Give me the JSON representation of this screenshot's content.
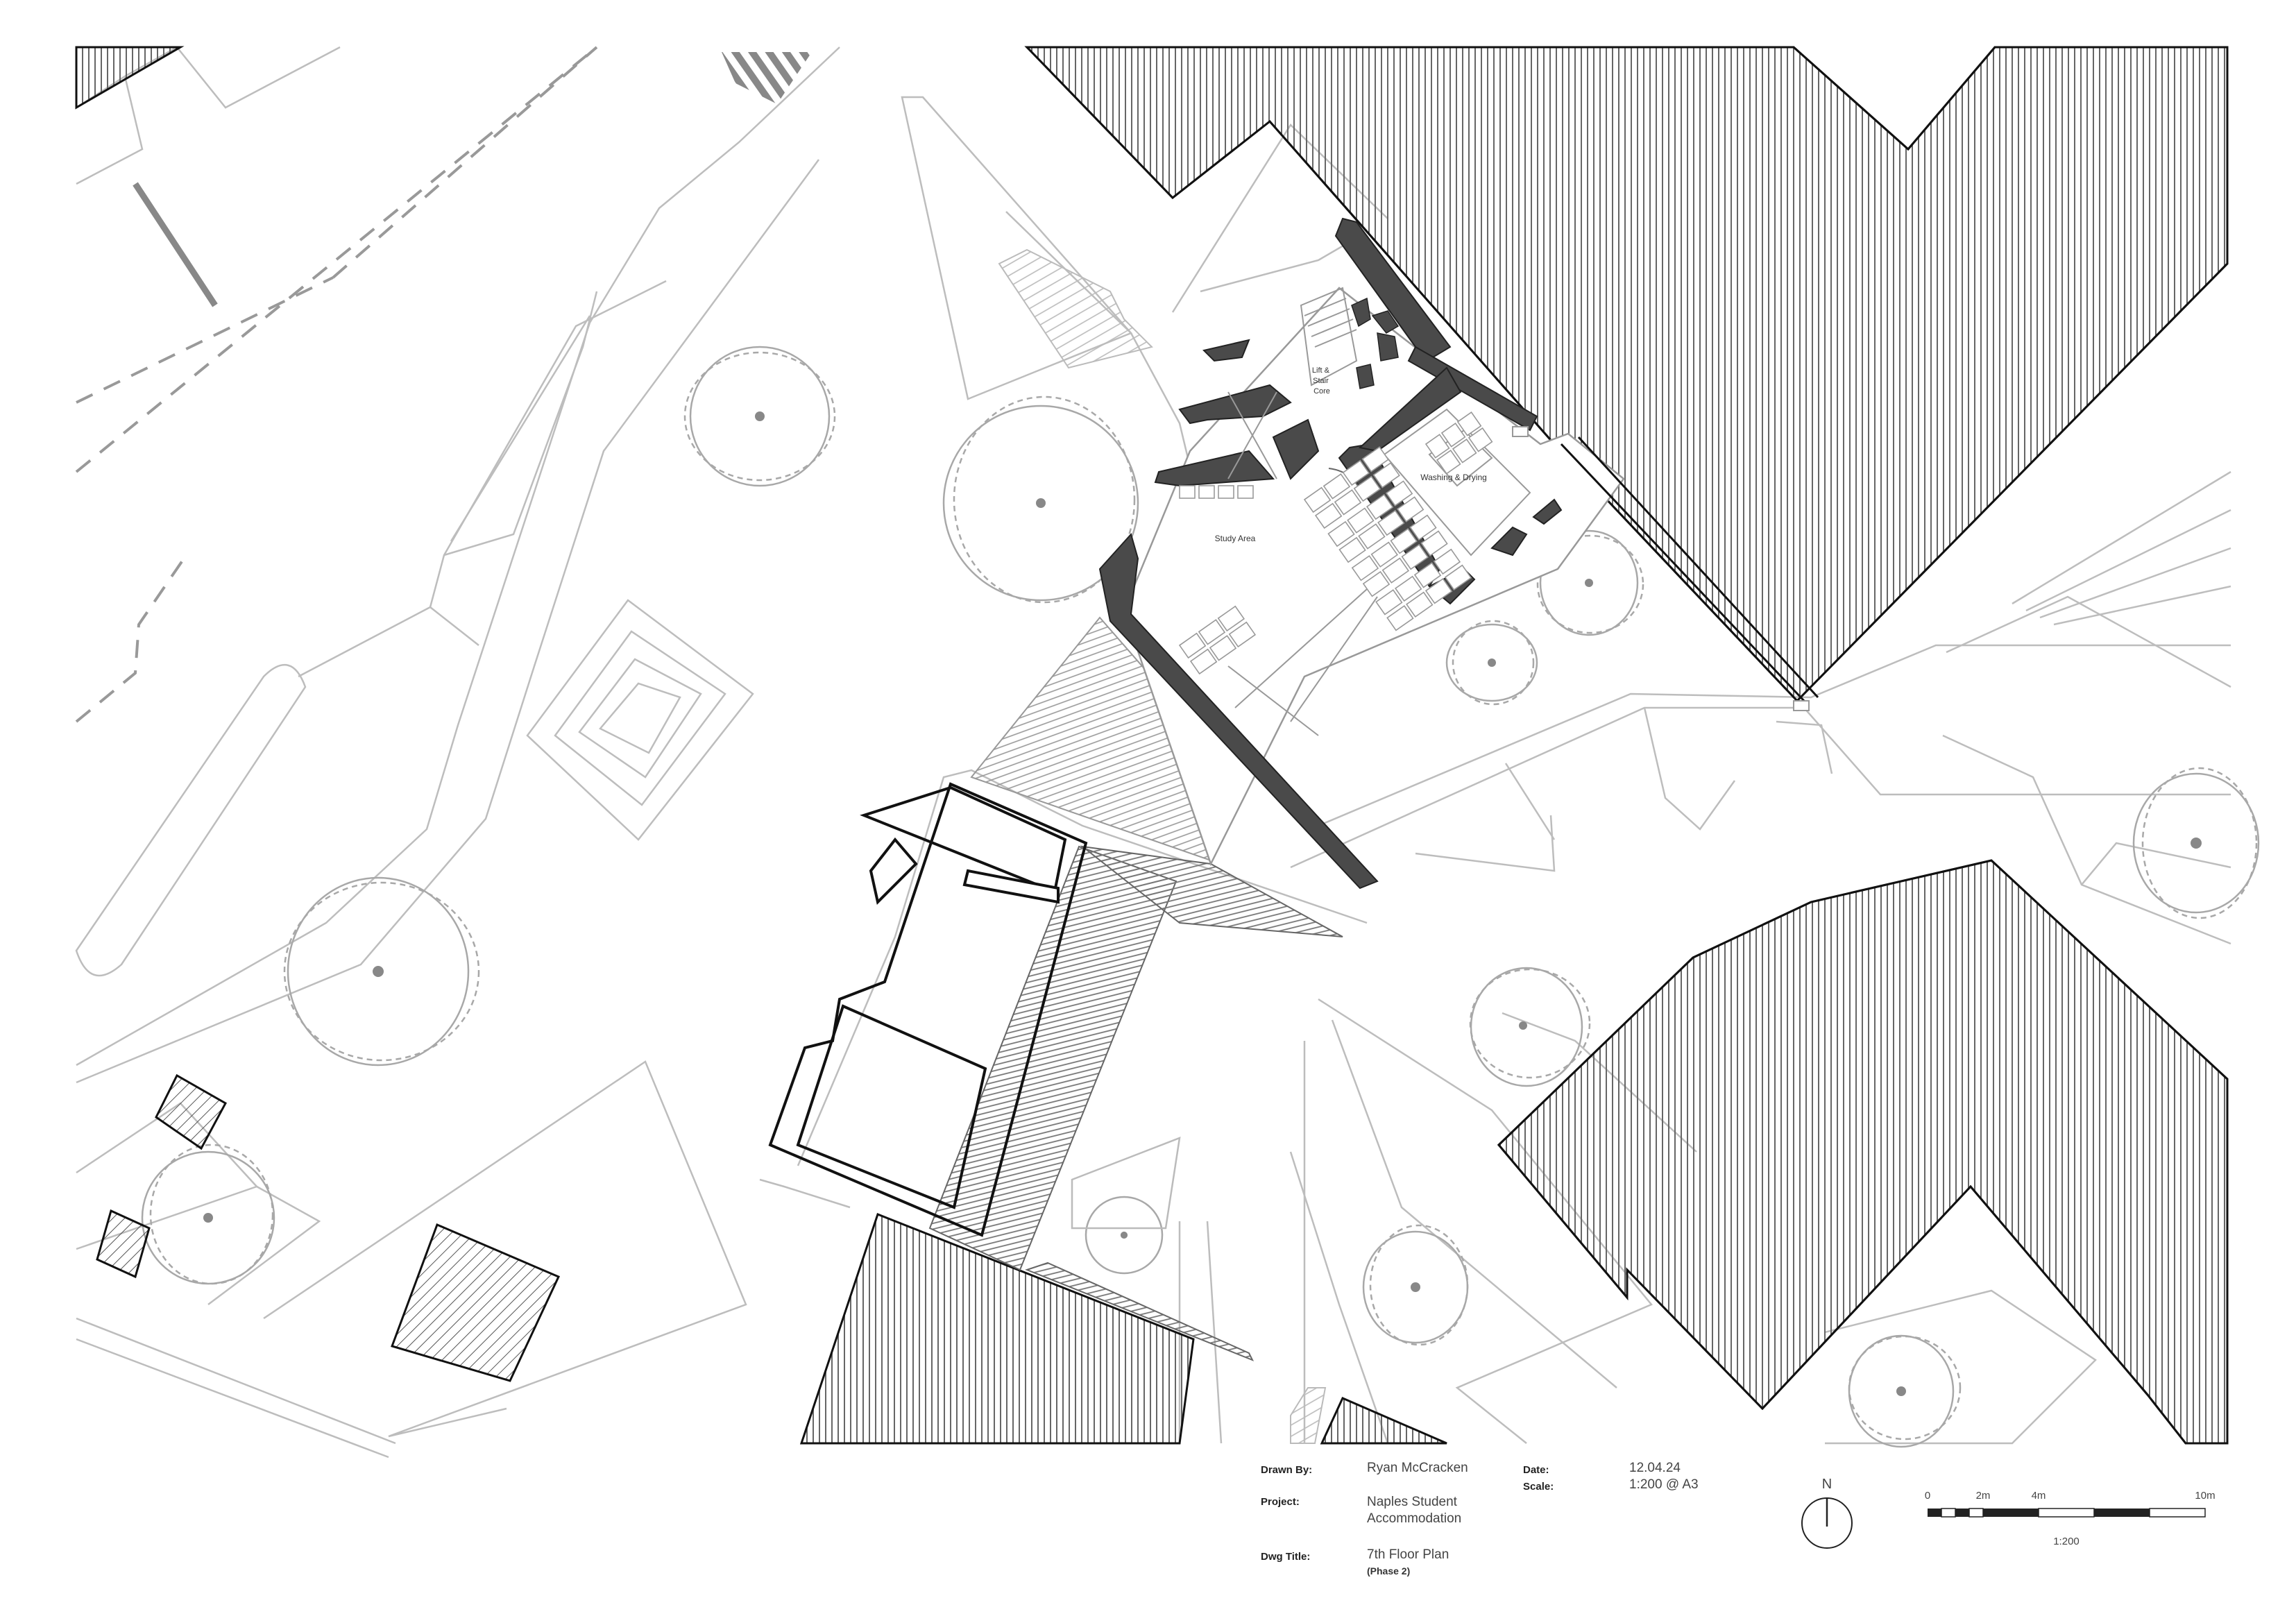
{
  "drawing": {
    "room_labels": {
      "lift_stair_core": [
        "Lift &",
        "Stair",
        "Core"
      ],
      "washing_drying": "Washing & Drying",
      "study_area": "Study Area"
    }
  },
  "title_block": {
    "drawn_by_label": "Drawn By:",
    "drawn_by": "Ryan McCracken",
    "project_label": "Project:",
    "project_lines": [
      "Naples Student",
      "Accommodation"
    ],
    "dwg_title_label": "Dwg Title:",
    "dwg_title": "7th Floor Plan",
    "dwg_subtitle": "(Phase 2)",
    "date_label": "Date:",
    "date": "12.04.24",
    "scale_label": "Scale:",
    "scale": "1:200 @ A3"
  },
  "north_arrow": {
    "label": "N"
  },
  "scale_bar": {
    "ticks": [
      "0",
      "2m",
      "4m",
      "10m"
    ],
    "caption": "1:200"
  },
  "colors": {
    "wall_fill": "#4a4a4a",
    "hatch_dark": "#555555",
    "hatch_light": "#888888",
    "context_line": "#bdbdbd",
    "outline": "#111111"
  }
}
